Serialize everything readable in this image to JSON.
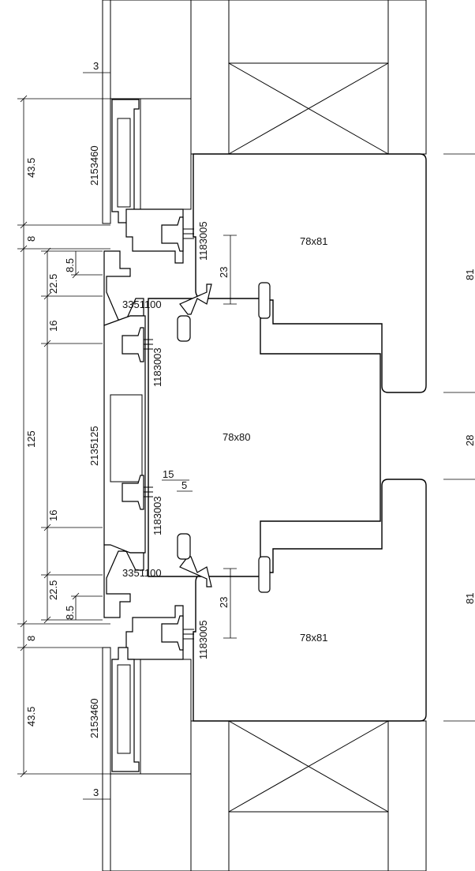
{
  "drawing": {
    "profiles": {
      "cladding_profile": "2153460",
      "sash_profile": "2135125",
      "screw_top": "1183005",
      "screw_bottom": "1183005",
      "screw_mid_top": "1183003",
      "screw_mid_bottom": "1183003",
      "gasket_top": "3351100",
      "gasket_bottom": "3351100"
    },
    "timber_sections": {
      "frame_top": "78x81",
      "sash_middle": "78x80",
      "frame_bottom": "78x81"
    },
    "left_dimensions": [
      "3",
      "43.5",
      "8",
      "8.5",
      "22.5",
      "16",
      "125",
      "16",
      "22.5",
      "8.5",
      "8",
      "43.5",
      "3"
    ],
    "inner_dimensions": [
      "23",
      "15",
      "5",
      "23"
    ],
    "right_dimensions": [
      "81",
      "28",
      "81"
    ]
  }
}
